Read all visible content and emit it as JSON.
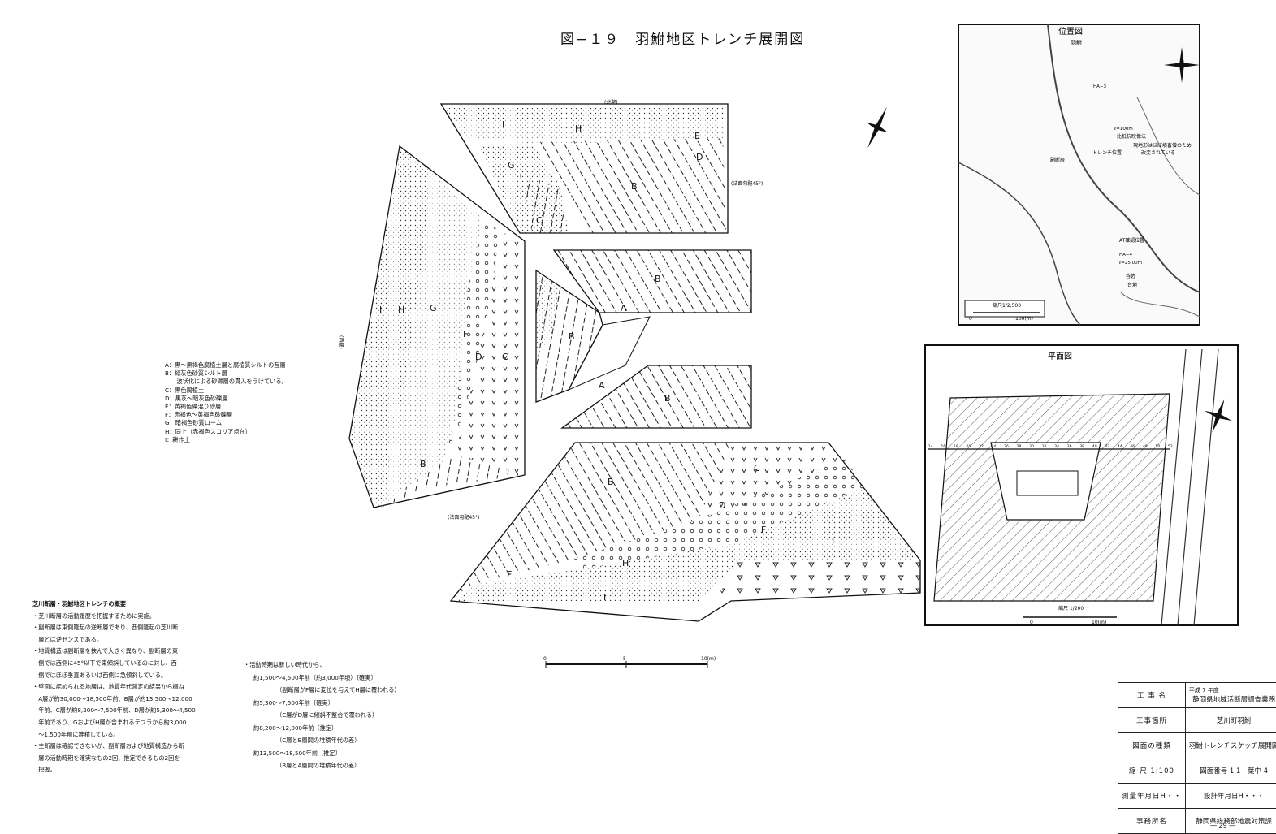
{
  "title": "図−１９　羽鮒地区トレンチ展開図",
  "wall_labels": {
    "north": "(北壁)",
    "west": "(西壁)"
  },
  "slope_labels": [
    "(法面勾配45°)",
    "(法面勾配45°)"
  ],
  "layer_letters": [
    "A",
    "B",
    "C",
    "D",
    "E",
    "F",
    "G",
    "H",
    "I"
  ],
  "legend": [
    "A：黒～黒褐色腐植土層と腐植質シルトの互層",
    "B：緑灰色砂質シルト層",
    "　　波状化による砂礫層の貫入をうけている。",
    "C：黒色腐植土",
    "D：黒灰～暗灰色砂礫層",
    "E：黄褐色礫混り砂層",
    "F：赤褐色～黄褐色砂礫層",
    "G：暗褐色砂質ローム",
    "H：同上（赤褐色スコリア点在）",
    "I：耕作土"
  ],
  "summary": {
    "heading": "芝川断層・羽鮒地区トレンチの概要",
    "lines": [
      "・芝川断層の活動履歴を把握するために実施。",
      "・副断層は東側隆起の逆断層であり、西側隆起の芝川断",
      "　層とは逆センスである。",
      "・地質構造は副断層を挟んで大きく異なり、副断層の東",
      "　側では西側に45°以下で東傾斜しているのに対し、西",
      "　側ではほぼ垂直あるいは西側に急傾斜している。",
      "・壁面に認められる地層は、地質年代測定の結果から概ね",
      "　A層が約30,000～18,500年前、B層が約13,500～12,000",
      "　年前、C層が約8,200～7,500年前、D層が約5,300～4,500",
      "　年前であり、GおよびH層が含まれるテフラから約3,000",
      "　～1,500年前に堆積している。",
      "・主断層は確認できないが、副断層および地質構造から断",
      "　層の活動時期を確実なもの2回、推定できるもの2回を",
      "　把握。"
    ]
  },
  "periods": [
    {
      "text": "・活動時期は新しい時代から、",
      "indent": 0
    },
    {
      "text": "約1,500～4,500年前（約3,000年頃）〔確実〕",
      "indent": 1
    },
    {
      "text": "（副断層がF層に変位を与えてH層に覆われる）",
      "indent": 2
    },
    {
      "text": "約5,300～7,500年前〔確実〕",
      "indent": 1
    },
    {
      "text": "（C層がD層に傾斜不整合で覆われる）",
      "indent": 2
    },
    {
      "text": "約8,200～12,000年前〔推定〕",
      "indent": 1
    },
    {
      "text": "（C層とB層間の堆積年代の差）",
      "indent": 2
    },
    {
      "text": "約13,500～18,500年前〔推定〕",
      "indent": 1
    },
    {
      "text": "（B層とA層間の堆積年代の差）",
      "indent": 2
    }
  ],
  "scale_bar": {
    "ticks": [
      "0",
      "5",
      "10(m)"
    ]
  },
  "location_map": {
    "title": "位置図",
    "place": "羽鮒",
    "notes": [
      "比抵抗映像法",
      "現地形はほぼ墳畜僧のため",
      "改変されている",
      "トレンチ位置",
      "副断層",
      "AT確認位置"
    ],
    "labels": [
      "HA−3",
      "HA−4",
      "ℓ=25.00m",
      "ℓ=100m",
      "谷佐",
      "台地"
    ],
    "scale": "縮尺1/2,500",
    "scale_ticks": [
      "0",
      "100(m)"
    ]
  },
  "plan_map": {
    "title": "平面図",
    "scale": "縮尺 1/200",
    "scale_ticks": [
      "0",
      "10(m)"
    ],
    "stations": [
      "14",
      "16",
      "18",
      "20",
      "22",
      "24",
      "26",
      "28",
      "30",
      "32",
      "34",
      "36",
      "38",
      "40",
      "42",
      "44",
      "46",
      "48",
      "50",
      "52"
    ]
  },
  "title_block": [
    {
      "key": "工 事 名",
      "top": "平成 7 年度",
      "value": "静岡県地域活断層調査業務"
    },
    {
      "key": "工事箇所",
      "value": "芝川町羽鮒"
    },
    {
      "key": "図面の種類",
      "value": "羽鮒トレンチスケッチ展開図"
    },
    {
      "key": "縮 尺 1:100",
      "value": "図面番号 1 1　葉中 4"
    },
    {
      "key": "測量年月日H・・",
      "value": "設計年月日H・・・"
    },
    {
      "key": "事務所名",
      "value": "静岡県総務部地震対策課"
    }
  ],
  "page_number": "― 29 ―"
}
